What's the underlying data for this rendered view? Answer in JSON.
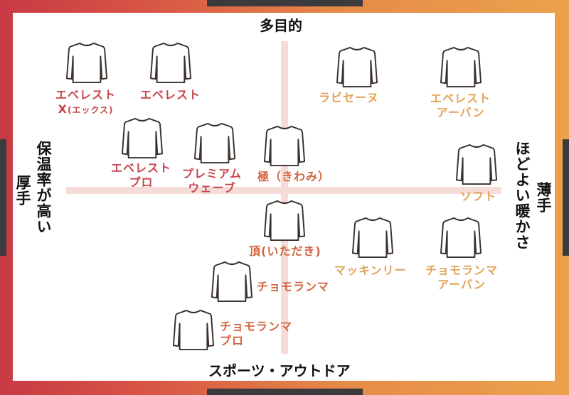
{
  "axes": {
    "top": "多目的",
    "bottom": "スポーツ・アウトドア",
    "left_outer": "厚手",
    "left_inner": "保温率が高い",
    "right_outer": "薄手",
    "right_inner": "ほどよい暖かさ"
  },
  "colors": {
    "frame_gradient_start": "#c83a44",
    "frame_gradient_end": "#eba24c",
    "dark_bars": "#3b3b3d",
    "axis_band": "#f5dcd8",
    "label_red": "#c7464c",
    "label_red_orange": "#d2643f",
    "label_orange": "#d98a3a",
    "label_light_orange": "#e2a256"
  },
  "products": [
    {
      "id": "everest-x",
      "line1": "エベレスト",
      "line2_main": "X",
      "line2_small": "(エックス)",
      "icon": "long-sleeve-shirt-icon"
    },
    {
      "id": "everest",
      "line1": "エベレスト",
      "icon": "long-sleeve-shirt-icon"
    },
    {
      "id": "rabiseenu",
      "line1": "ラビセーヌ",
      "icon": "long-sleeve-shirt-icon"
    },
    {
      "id": "everest-urban",
      "line1": "エベレスト",
      "line2": "アーバン",
      "icon": "long-sleeve-shirt-icon"
    },
    {
      "id": "everest-pro",
      "line1": "エベレスト",
      "line2": "プロ",
      "icon": "long-sleeve-shirt-icon"
    },
    {
      "id": "premium-wave",
      "line1": "プレミアム",
      "line2": "ウェーブ",
      "icon": "long-sleeve-shirt-icon"
    },
    {
      "id": "kiwami",
      "line1": "極（きわみ）",
      "icon": "long-sleeve-shirt-icon"
    },
    {
      "id": "soft",
      "line1": "ソフト",
      "icon": "long-sleeve-shirt-icon"
    },
    {
      "id": "itadaki",
      "line1": "頂(いただき)",
      "icon": "long-sleeve-shirt-icon"
    },
    {
      "id": "mckinley",
      "line1": "マッキンリー",
      "icon": "long-sleeve-shirt-icon"
    },
    {
      "id": "chomolungma-urban",
      "line1": "チョモランマ",
      "line2": "アーバン",
      "icon": "long-sleeve-shirt-icon"
    },
    {
      "id": "chomolungma",
      "line1": "チョモランマ",
      "icon": "long-sleeve-shirt-icon"
    },
    {
      "id": "chomolungma-pro",
      "line1": "チョモランマ",
      "line2": "プロ",
      "icon": "long-sleeve-shirt-icon"
    }
  ]
}
